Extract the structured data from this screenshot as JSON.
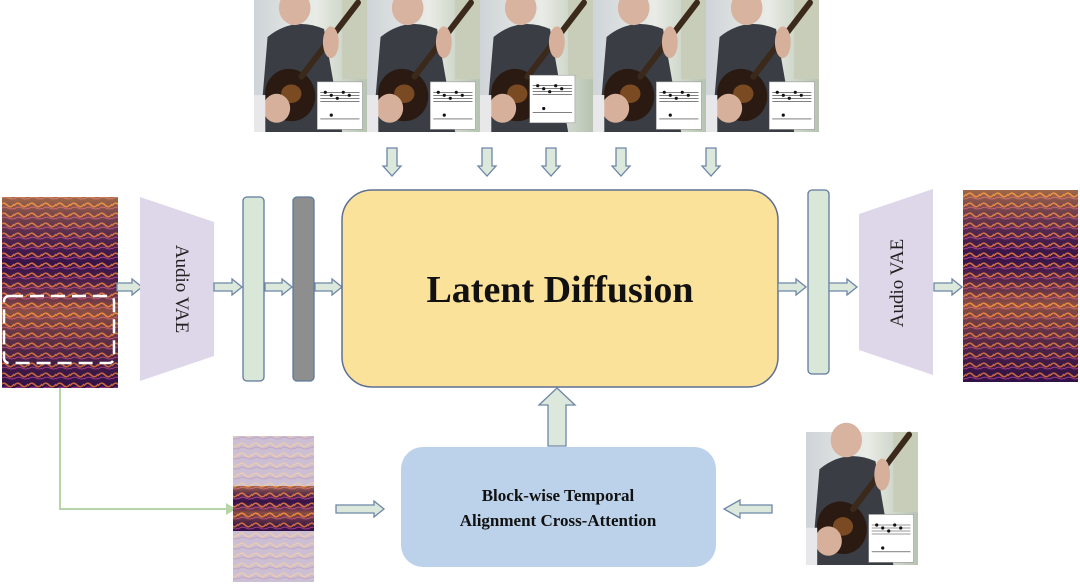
{
  "labels": {
    "audio_vae_in": "Audio VAE",
    "audio_vae_out": "Audio VAE",
    "latent_diffusion": "Latent Diffusion",
    "cross_attention_line1": "Block-wise Temporal",
    "cross_attention_line2": "Alignment Cross-Attention"
  },
  "colors": {
    "vae_fill": "#ded6e9",
    "latent_fill": "#fbe29b",
    "latent_stroke": "#5e6f93",
    "token_fill": "#d9e7d8",
    "token_dark_fill": "#8e8e8e",
    "token_stroke": "#5e7a9e",
    "attention_fill": "#bcd2ea",
    "arrow_fill": "#dce8dc",
    "arrow_stroke": "#6d86a7",
    "skip_line": "#b7d5a6",
    "spectrogram_bg": "#1d0b2e",
    "spectrogram_hot": "#f3a24a",
    "spectrogram_mid": "#b54a8d"
  },
  "icons": {
    "video_frame": "guitar-player-frame-icon",
    "sheet_music": "sheet-music-icon",
    "spectrogram": "spectrogram-icon"
  }
}
